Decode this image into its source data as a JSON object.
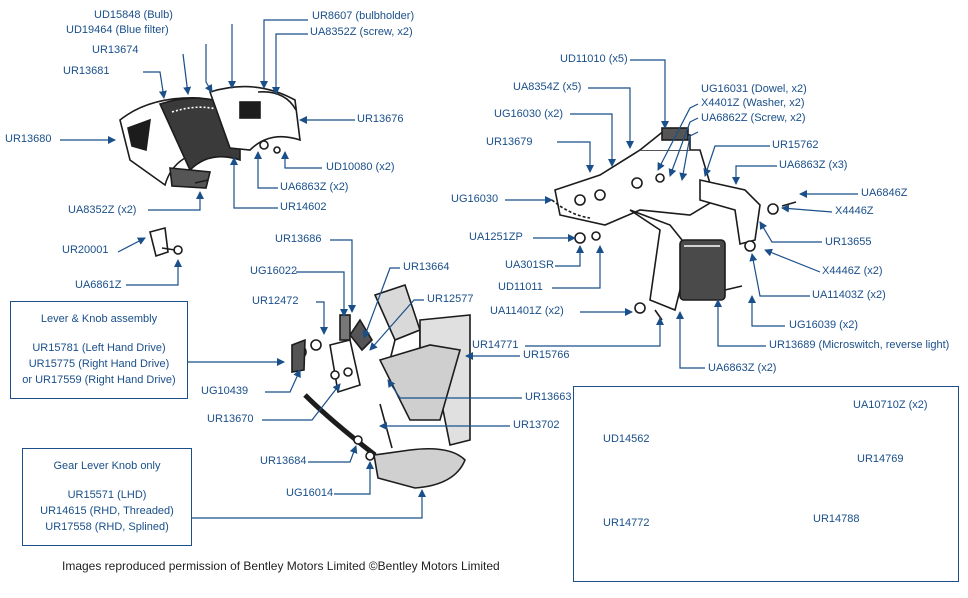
{
  "labels": {
    "ud15848": "UD15848 (Bulb)",
    "ud19464": "UD19464 (Blue filter)",
    "ur13674": "UR13674",
    "ur13681": "UR13681",
    "ur13680": "UR13680",
    "ur8607": "UR8607 (bulbholder)",
    "ua8352z_top": "UA8352Z (screw, x2)",
    "ur13676": "UR13676",
    "ud10080": "UD10080 (x2)",
    "ua6863z_a": "UA6863Z (x2)",
    "ua8352z_bot": "UA8352Z (x2)",
    "ur14602": "UR14602",
    "ur20001": "UR20001",
    "ua6861z": "UA6861Z",
    "ud11010": "UD11010 (x5)",
    "ua8354z": "UA8354Z (x5)",
    "ug16031": "UG16031 (Dowel, x2)",
    "x4401z": "X4401Z (Washer, x2)",
    "ua6862z": "UA6862Z (Screw, x2)",
    "ug16030_x2": "UG16030 (x2)",
    "ur13679": "UR13679",
    "ur15762": "UR15762",
    "ua6863z_x3": "UA6863Z (x3)",
    "ug16030": "UG16030",
    "ua6846z": "UA6846Z",
    "x4446z": "X4446Z",
    "ua1251zp": "UA1251ZP",
    "ur13655": "UR13655",
    "ua301sr": "UA301SR",
    "x4446z_x2": "X4446Z (x2)",
    "ud11011": "UD11011",
    "ua11403z": "UA11403Z (x2)",
    "ua11401z": "UA11401Z (x2)",
    "ug16039": "UG16039 (x2)",
    "ur14771": "UR14771",
    "ur13689": "UR13689 (Microswitch, reverse light)",
    "ua6863z_b": "UA6863Z (x2)",
    "ur13686": "UR13686",
    "ug16022": "UG16022",
    "ur13664": "UR13664",
    "ur12472": "UR12472",
    "ur12577": "UR12577",
    "ur15766": "UR15766",
    "ug10439": "UG10439",
    "ur13663": "UR13663",
    "ur13670": "UR13670",
    "ur13702": "UR13702",
    "ur13684": "UR13684",
    "ug16014": "UG16014",
    "ua10710z": "UA10710Z (x2)",
    "ud14562": "UD14562",
    "ur14769": "UR14769",
    "ur14772": "UR14772",
    "ur14788": "UR14788"
  },
  "lever_box": {
    "title": "Lever & Knob assembly",
    "line1": "UR15781 (Left Hand Drive)",
    "line2": "UR15775 (Right Hand Drive)",
    "line3": "or UR17559 (Right Hand Drive)"
  },
  "knob_box": {
    "title": "Gear Lever Knob only",
    "line1": "UR15571 (LHD)",
    "line2": "UR14615 (RHD, Threaded)",
    "line3": "UR17558 (RHD, Splined)"
  },
  "credit": "Images reproduced permission of Bentley Motors Limited ©Bentley Motors Limited",
  "colors": {
    "label": "#1a4f8a",
    "line": "#1a4f8a",
    "part": "#1c1c1c"
  }
}
